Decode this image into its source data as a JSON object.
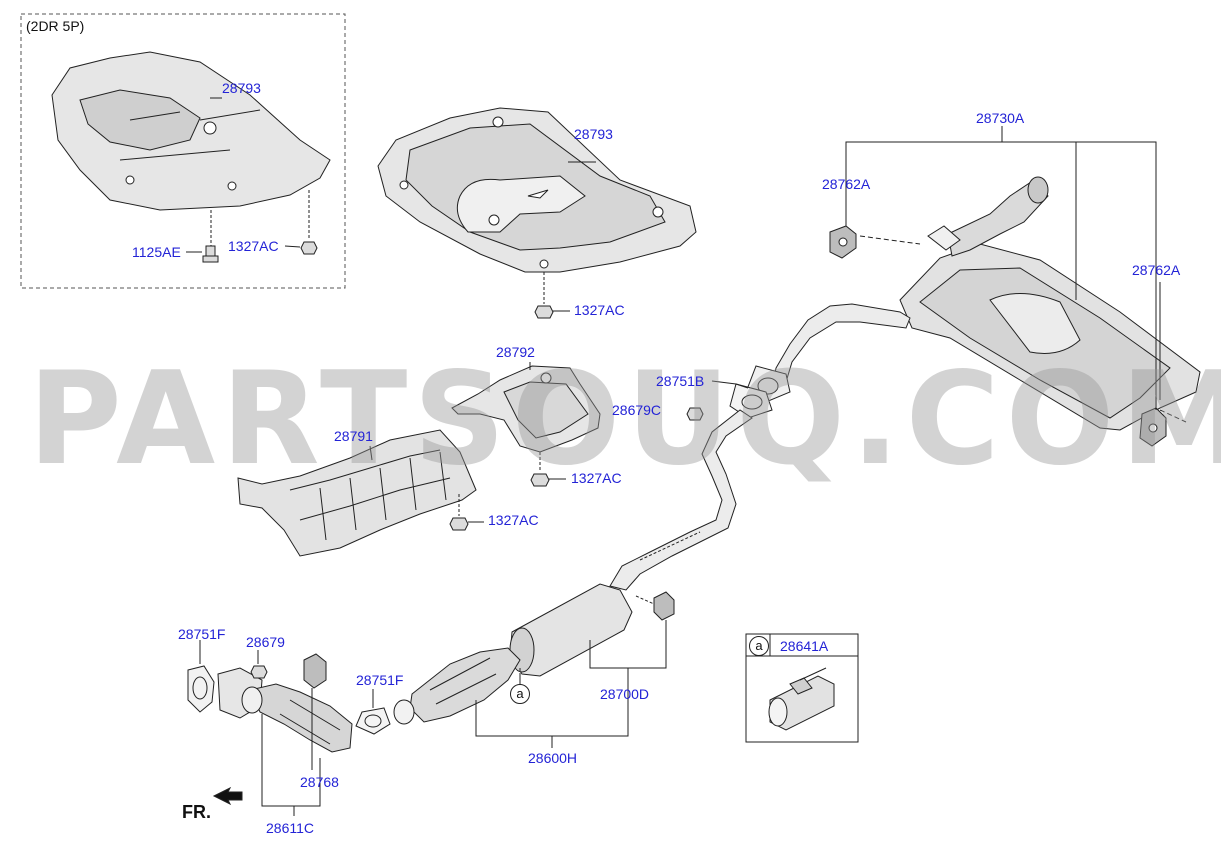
{
  "inset": {
    "title": "(2DR 5P)"
  },
  "watermark": {
    "text": "PARTSOUQ.COM"
  },
  "direction": {
    "text": "FR."
  },
  "callouts": {
    "a_main": "a",
    "a_box": "a"
  },
  "parts": {
    "p28793_inset": "28793",
    "p1125AE": "1125AE",
    "p1327AC_inset": "1327AC",
    "p28793_main": "28793",
    "p1327AC_shield": "1327AC",
    "p28730A": "28730A",
    "p28762A_top": "28762A",
    "p28762A_right": "28762A",
    "p28792": "28792",
    "p28751B": "28751B",
    "p28679C": "28679C",
    "p28791": "28791",
    "p1327AC_mid": "1327AC",
    "p1327AC_low": "1327AC",
    "p28751F_left": "28751F",
    "p28679": "28679",
    "p28751F_mid": "28751F",
    "p28700D": "28700D",
    "p28641A": "28641A",
    "p28768": "28768",
    "p28600H": "28600H",
    "p28611C": "28611C"
  },
  "colors": {
    "label": "#2323d6",
    "line": "#222222",
    "part_fill": "#e2e2e2",
    "watermark": "#969696"
  }
}
